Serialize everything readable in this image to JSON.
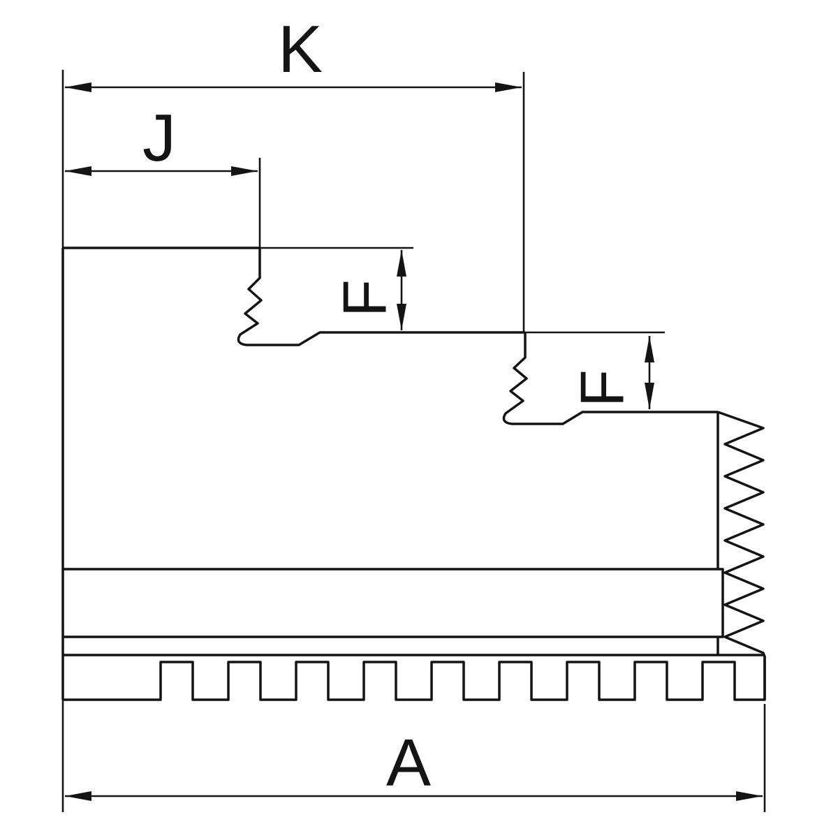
{
  "diagram": {
    "type": "technical-dimension-drawing",
    "subject": "stepped lathe chuck jaw cross-section with serrated faces",
    "background": "#ffffff",
    "line_color": "#141414",
    "labels": {
      "K": "K",
      "J": "J",
      "F_upper": "F",
      "F_lower": "F",
      "A": "A"
    }
  }
}
